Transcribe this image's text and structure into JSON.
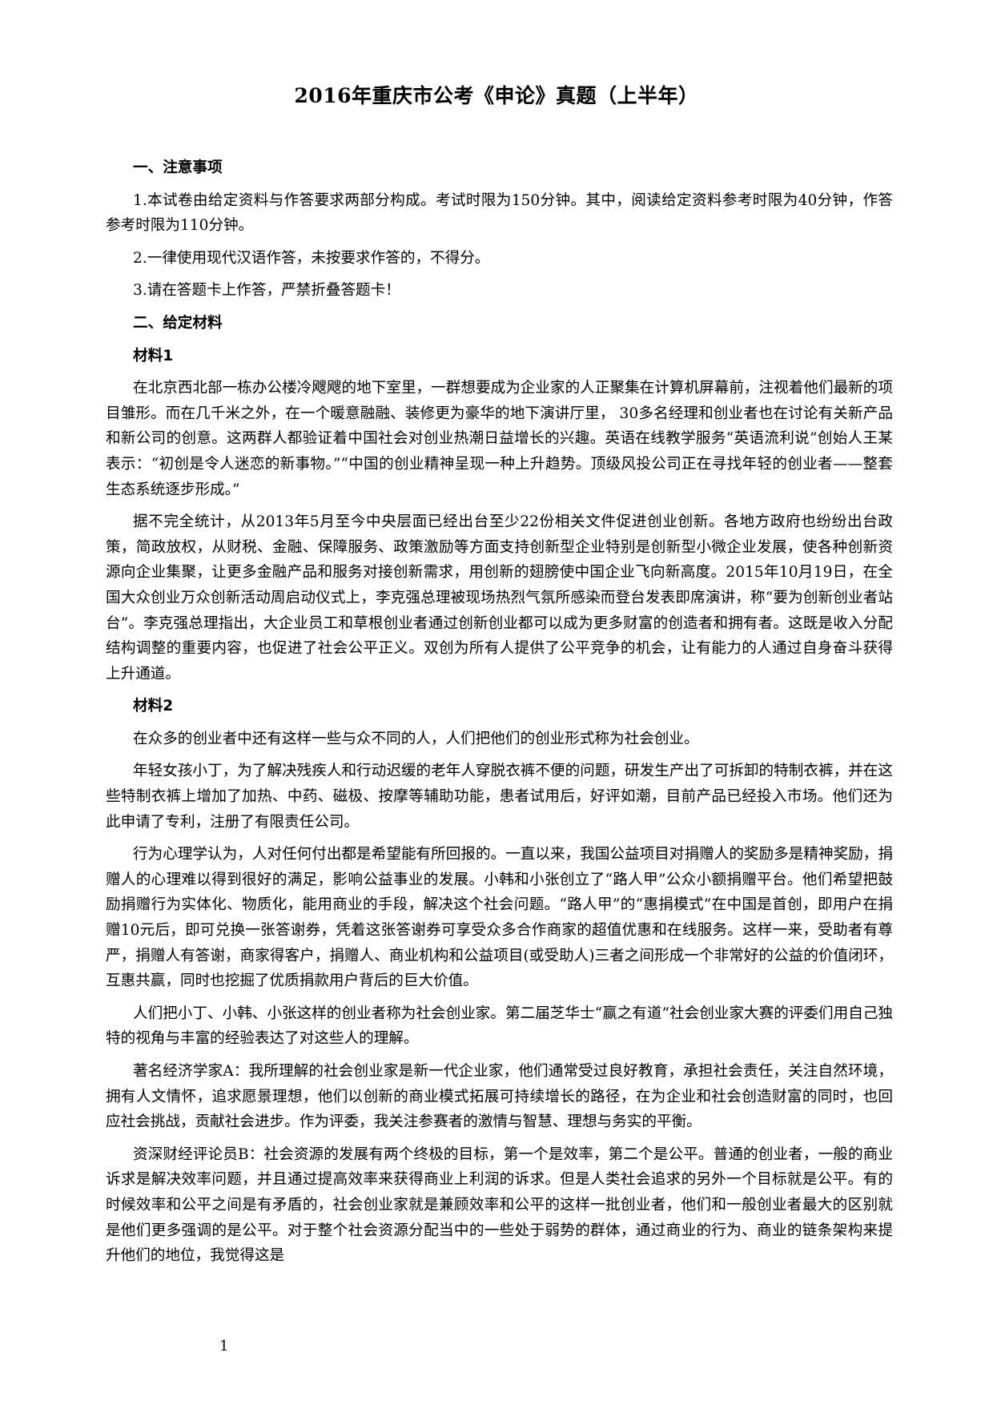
{
  "document": {
    "title": "2016年重庆市公考《申论》真题（上半年）",
    "sections": [
      {
        "heading": "一、注意事项",
        "paragraphs": [
          "1.本试卷由给定资料与作答要求两部分构成。考试时限为150分钟。其中，阅读给定资料参考时限为40分钟，作答参考时限为110分钟。",
          "2.一律使用现代汉语作答，未按要求作答的，不得分。",
          "3.请在答题卡上作答，严禁折叠答题卡！"
        ]
      },
      {
        "heading": "二、给定材料"
      }
    ],
    "materials": [
      {
        "heading": "材料1",
        "paragraphs": [
          "在北京西北部一栋办公楼冷飕飕的地下室里，一群想要成为企业家的人正聚集在计算机屏幕前，注视着他们最新的项目雏形。而在几千米之外，在一个暖意融融、装修更为豪华的地下演讲厅里， 30多名经理和创业者也在讨论有关新产品和新公司的创意。这两群人都验证着中国社会对创业热潮日益增长的兴趣。英语在线教学服务“英语流利说”创始人王某表示：“初创是令人迷恋的新事物。”“中国的创业精神呈现一种上升趋势。顶级风投公司正在寻找年轻的创业者——整套生态系统逐步形成。”",
          "据不完全统计，从2013年5月至今中央层面已经出台至少22份相关文件促进创业创新。各地方政府也纷纷出台政策，简政放权，从财税、金融、保障服务、政策激励等方面支持创新型企业特别是创新型小微企业发展，使各种创新资源向企业集聚，让更多金融产品和服务对接创新需求，用创新的翅膀使中国企业飞向新高度。2015年10月19日，在全国大众创业万众创新活动周启动仪式上，李克强总理被现场热烈气氛所感染而登台发表即席演讲，称“要为创新创业者站台”。李克强总理指出，大企业员工和草根创业者通过创新创业都可以成为更多财富的创造者和拥有者。这既是收入分配结构调整的重要内容，也促进了社会公平正义。双创为所有人提供了公平竞争的机会，让有能力的人通过自身奋斗获得上升通道。"
        ]
      },
      {
        "heading": "材料2",
        "paragraphs": [
          "在众多的创业者中还有这样一些与众不同的人，人们把他们的创业形式称为社会创业。",
          "年轻女孩小丁，为了解决残疾人和行动迟缓的老年人穿脱衣裤不便的问题，研发生产出了可拆卸的特制衣裤，并在这些特制衣裤上增加了加热、中药、磁极、按摩等辅助功能，患者试用后，好评如潮，目前产品已经投入市场。他们还为此申请了专利，注册了有限责任公司。",
          "行为心理学认为，人对任何付出都是希望能有所回报的。一直以来，我国公益项目对捐赠人的奖励多是精神奖励，捐赠人的心理难以得到很好的满足，影响公益事业的发展。小韩和小张创立了“路人甲”公众小额捐赠平台。他们希望把鼓励捐赠行为实体化、物质化，能用商业的手段，解决这个社会问题。“路人甲”的“惠捐模式”在中国是首创，即用户在捐赠10元后，即可兑换一张答谢券，凭着这张答谢券可享受众多合作商家的超值优惠和在线服务。这样一来，受助者有尊严，捐赠人有答谢，商家得客户，捐赠人、商业机构和公益项目(或受助人)三者之间形成一个非常好的公益的价值闭环，互惠共赢，同时也挖掘了优质捐款用户背后的巨大价值。",
          "人们把小丁、小韩、小张这样的创业者称为社会创业家。第二届芝华士“赢之有道”社会创业家大赛的评委们用自己独特的视角与丰富的经验表达了对这些人的理解。",
          "著名经济学家A：我所理解的社会创业家是新一代企业家，他们通常受过良好教育，承担社会责任，关注自然环境，拥有人文情怀，追求愿景理想，他们以创新的商业模式拓展可持续增长的路径，在为企业和社会创造财富的同时，也回应社会挑战，贡献社会进步。作为评委，我关注参赛者的激情与智慧、理想与务实的平衡。",
          "资深财经评论员B：社会资源的发展有两个终极的目标，第一个是效率，第二个是公平。普通的创业者，一般的商业诉求是解决效率问题，并且通过提高效率来获得商业上利润的诉求。但是人类社会追求的另外一个目标就是公平。有的时候效率和公平之间是有矛盾的，社会创业家就是兼顾效率和公平的这样一批创业者，他们和一般创业者最大的区别就是他们更多强调的是公平。对于整个社会资源分配当中的一些处于弱势的群体，通过商业的行为、商业的链条架构来提升他们的地位，我觉得这是"
        ]
      }
    ],
    "page_number": "1"
  }
}
